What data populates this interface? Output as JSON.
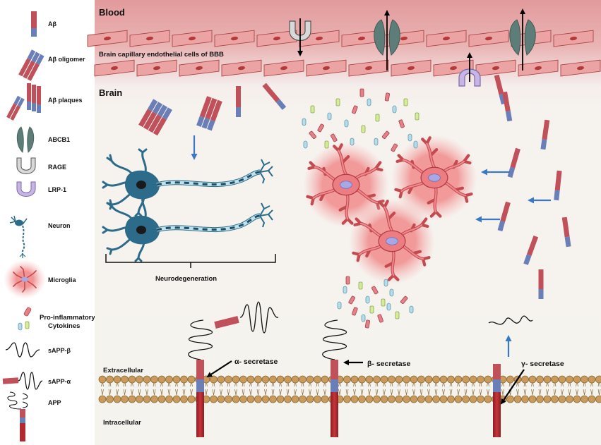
{
  "legend": {
    "abeta": "Aβ",
    "abeta_oligomer": "Aβ oligomer",
    "abeta_plaques": "Aβ plaques",
    "abcb1": "ABCB1",
    "rage": "RAGE",
    "lrp1": "LRP-1",
    "neuron": "Neuron",
    "microglia": "Microglia",
    "cytokines_line1": "Pro-inflammatory",
    "cytokines_line2": "Cytokines",
    "sapp_beta": "sAPP-β",
    "sapp_alpha": "sAPP-α",
    "app": "APP"
  },
  "regions": {
    "blood": "Blood",
    "bbb": "Brain capillary endothelial cells of BBB",
    "brain": "Brain",
    "neurodegeneration": "Neurodegeneration",
    "extracellular": "Extracellular",
    "intracellular": "Intracellular"
  },
  "secretases": {
    "alpha": "α- secretase",
    "beta": "β- secretase",
    "gamma": "γ- secretase"
  },
  "colors": {
    "abeta_red": "#c0505a",
    "abeta_blue": "#6a7fb8",
    "blood_bg": "#e9a7a7",
    "endothelial": "#eba2a2",
    "microglia_glow": "#f2a0a0",
    "abcb1": "#5d7d78",
    "rage": "#b9b9b9",
    "lrp1": "#b9a8d8",
    "neuron": "#2c6c8a",
    "membrane": "#c79a5b",
    "arrow_blue": "#3a78c4"
  }
}
